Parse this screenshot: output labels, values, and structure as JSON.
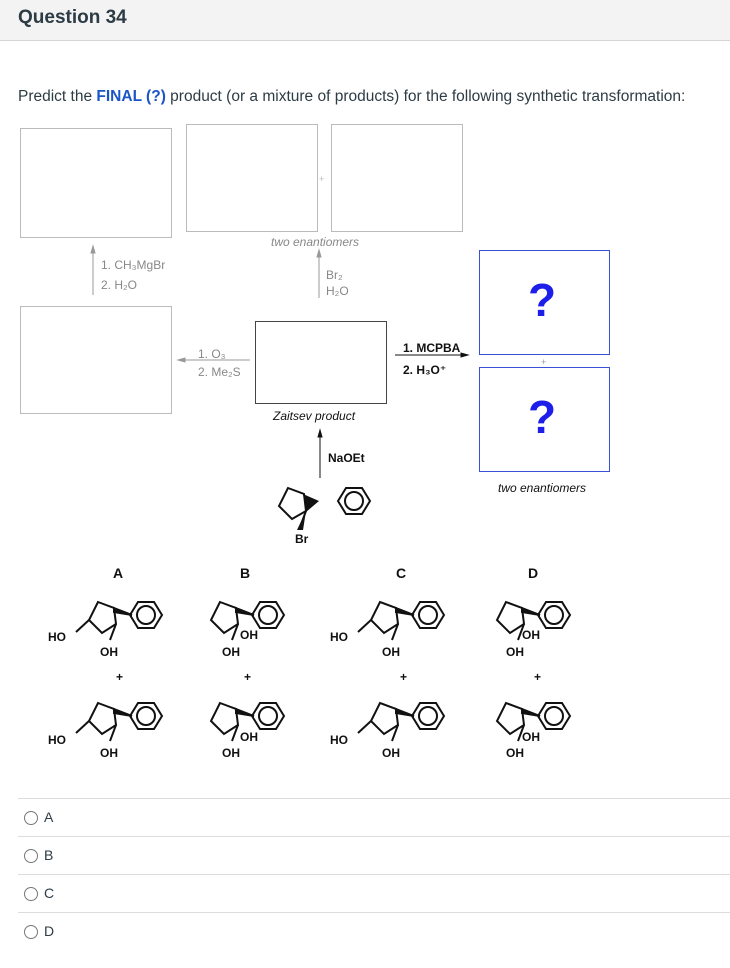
{
  "header": {
    "title": "Question 34"
  },
  "prompt": {
    "before": "Predict the ",
    "highlight": "FINAL (?)",
    "after": " product (or a mixture of products) for the following synthetic transformation:"
  },
  "scheme": {
    "grignard_reagents": [
      "1. CH₃MgBr",
      "2. H₂O"
    ],
    "ozone_reagents": [
      "1. O₃",
      "2. Me₂S"
    ],
    "bromine_reagents": [
      "Br₂",
      "H₂O"
    ],
    "two_enantiomers_top": "two enantiomers",
    "zaitsev": "Zaitsev product",
    "base": "NaOEt",
    "mcpba_reagents": [
      "1. MCPBA",
      "2. H₃O⁺"
    ],
    "question_mark": "?",
    "plus": "+",
    "two_enantiomers_right": "two enantiomers",
    "start_br": "Br"
  },
  "options_drawn": {
    "labels": [
      "A",
      "B",
      "C",
      "D"
    ],
    "plus": "+",
    "HO": "HO",
    "OH": "OH"
  },
  "choices": [
    {
      "label": "A"
    },
    {
      "label": "B"
    },
    {
      "label": "C"
    },
    {
      "label": "D"
    }
  ]
}
